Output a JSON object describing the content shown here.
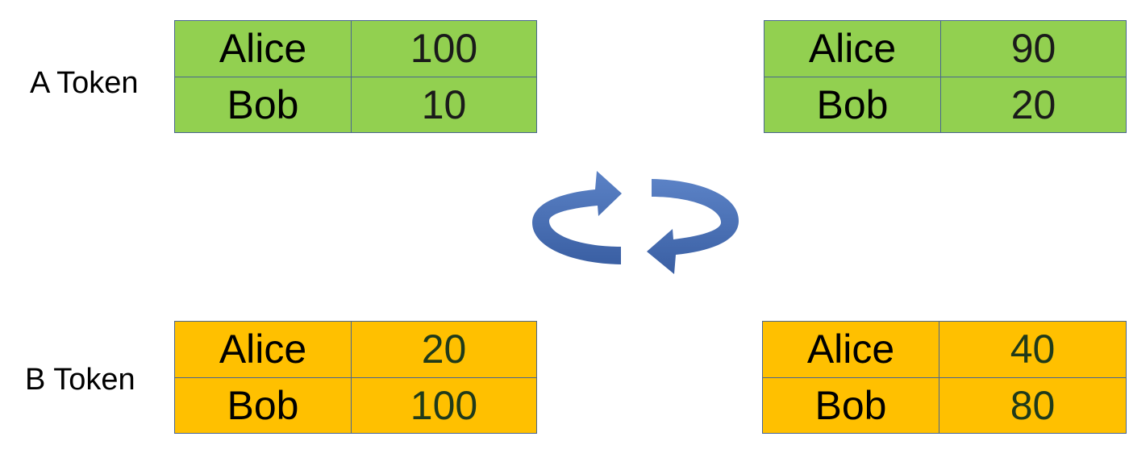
{
  "row_labels": {
    "a": "A Token",
    "b": "B Token"
  },
  "tables": {
    "a_before": {
      "rows": [
        {
          "name": "Alice",
          "amount": "100"
        },
        {
          "name": "Bob",
          "amount": "10"
        }
      ]
    },
    "a_after": {
      "rows": [
        {
          "name": "Alice",
          "amount": "90"
        },
        {
          "name": "Bob",
          "amount": "20"
        }
      ]
    },
    "b_before": {
      "rows": [
        {
          "name": "Alice",
          "amount": "20"
        },
        {
          "name": "Bob",
          "amount": "100"
        }
      ]
    },
    "b_after": {
      "rows": [
        {
          "name": "Alice",
          "amount": "40"
        },
        {
          "name": "Bob",
          "amount": "80"
        }
      ]
    }
  },
  "colors": {
    "a_token_fill": "#92d050",
    "b_token_fill": "#ffc000",
    "cell_border": "#4a6690",
    "arrow": "#3d65ab"
  },
  "icons": {
    "swap": "circular-swap-arrows-icon"
  }
}
